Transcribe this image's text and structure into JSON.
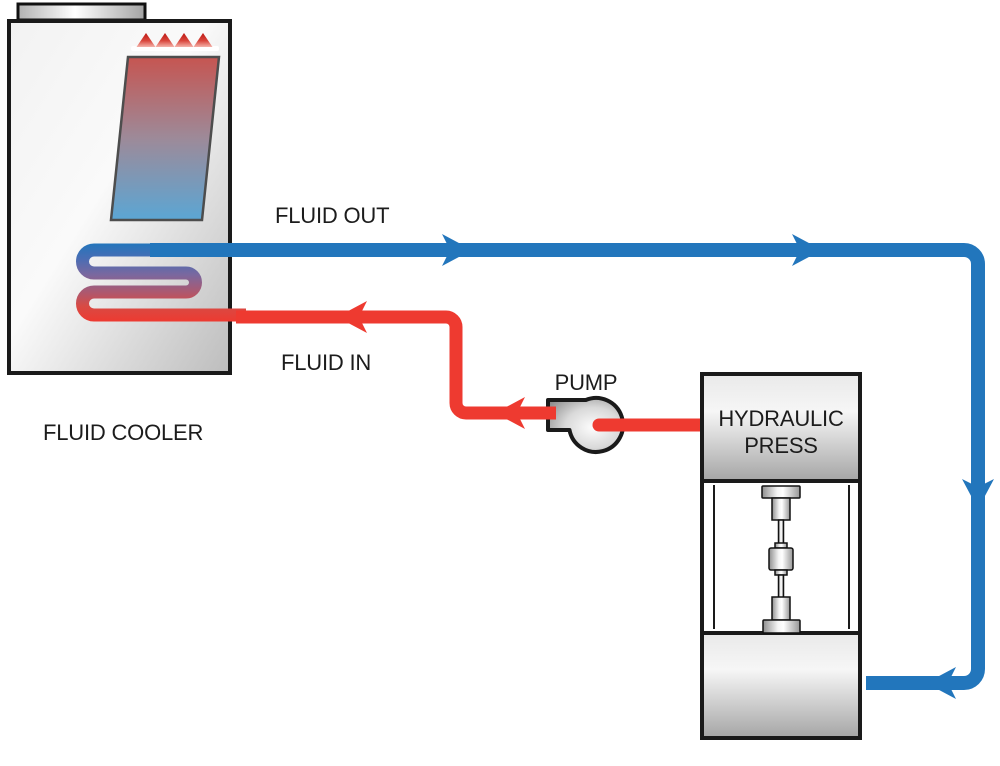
{
  "diagram": {
    "cooler": {
      "label": "FLUID COOLER"
    },
    "pipes": {
      "fluid_out_label": "FLUID OUT",
      "fluid_in_label": "FLUID IN"
    },
    "pump": {
      "label": "PUMP"
    },
    "press": {
      "label_line1": "HYDRAULIC",
      "label_line2": "PRESS"
    }
  },
  "colors": {
    "pipe_blue": "#2276bc",
    "pipe_red": "#ee3a30"
  }
}
